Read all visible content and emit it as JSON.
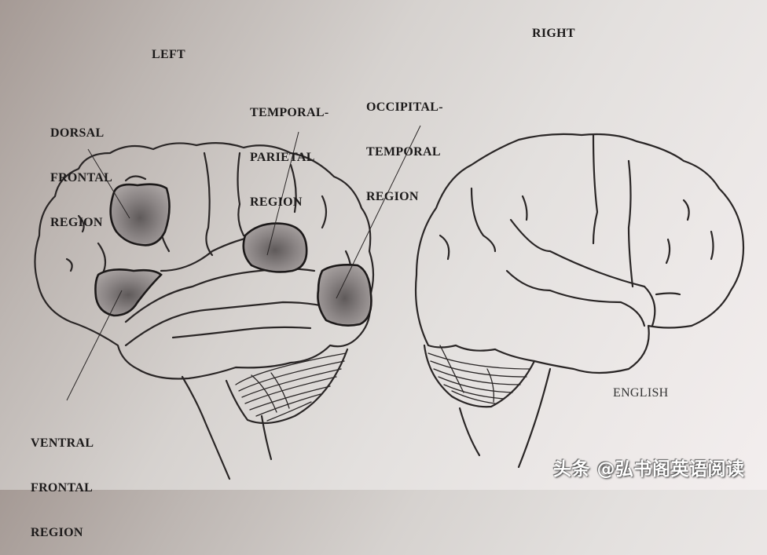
{
  "figure": {
    "headings": {
      "left": "LEFT",
      "right": "RIGHT"
    },
    "regions": [
      {
        "id": "dorsal-frontal",
        "lines": [
          "DORSAL",
          "FRONTAL",
          "REGION"
        ]
      },
      {
        "id": "temporal-parietal",
        "lines": [
          "TEMPORAL-",
          "PARIETAL",
          "REGION"
        ]
      },
      {
        "id": "occipital-temporal",
        "lines": [
          "OCCIPITAL-",
          "TEMPORAL",
          "REGION"
        ]
      },
      {
        "id": "ventral-frontal",
        "lines": [
          "VENTRAL",
          "FRONTAL",
          "REGION"
        ]
      }
    ],
    "caption": "ENGLISH",
    "highlight_color": "#7a7474",
    "line_color": "#2a2626"
  },
  "watermark": {
    "text": "头条 @弘书阁英语阅读"
  }
}
